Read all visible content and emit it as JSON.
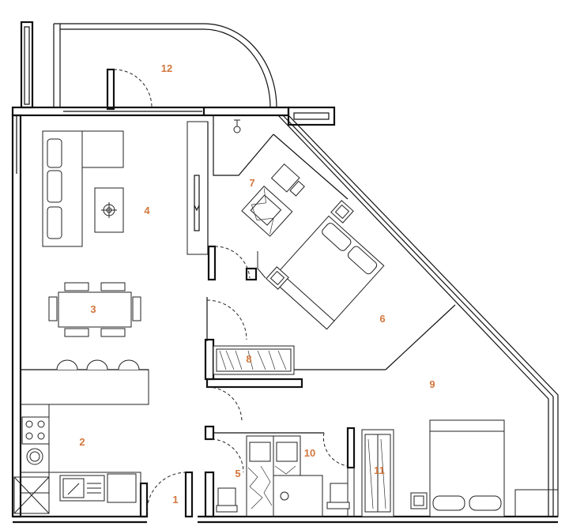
{
  "plan": {
    "rooms": [
      {
        "id": "room-1",
        "label": "1"
      },
      {
        "id": "room-2",
        "label": "2"
      },
      {
        "id": "room-3",
        "label": "3"
      },
      {
        "id": "room-4",
        "label": "4"
      },
      {
        "id": "room-5",
        "label": "5"
      },
      {
        "id": "room-6",
        "label": "6"
      },
      {
        "id": "room-7",
        "label": "7"
      },
      {
        "id": "room-8",
        "label": "8"
      },
      {
        "id": "room-9",
        "label": "9"
      },
      {
        "id": "room-10",
        "label": "10"
      },
      {
        "id": "room-11",
        "label": "11"
      },
      {
        "id": "room-12",
        "label": "12"
      }
    ],
    "colors": {
      "room_label": "#d2773c",
      "wall": "#111111",
      "background": "#ffffff"
    }
  }
}
